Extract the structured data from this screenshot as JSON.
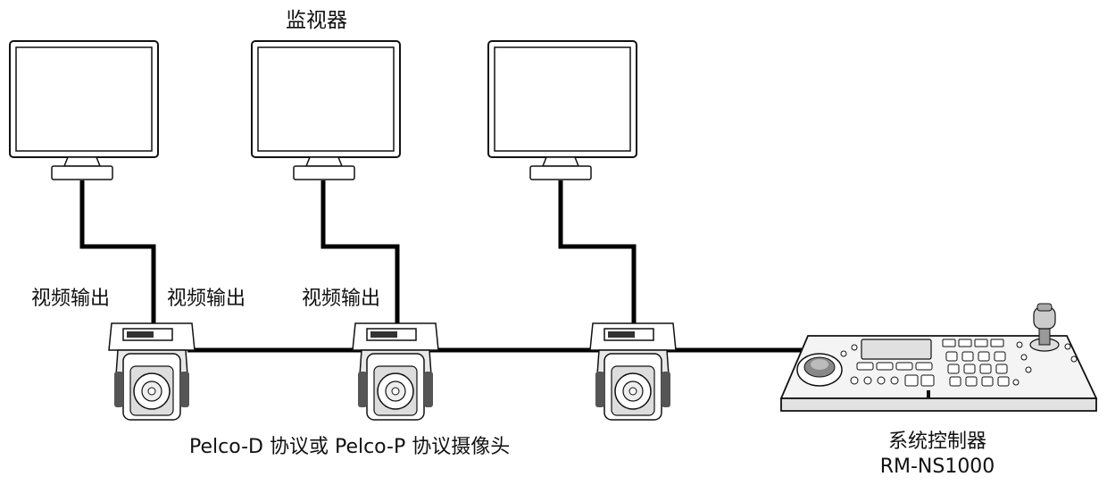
{
  "labels": {
    "monitors": "监视器",
    "video_out_1": "视频输出",
    "video_out_2": "视频输出",
    "video_out_3": "视频输出",
    "cameras": "Pelco-D 协议或 Pelco-P 协议摄像头",
    "controller_line1": "系统控制器",
    "controller_line2": "RM-NS1000"
  }
}
